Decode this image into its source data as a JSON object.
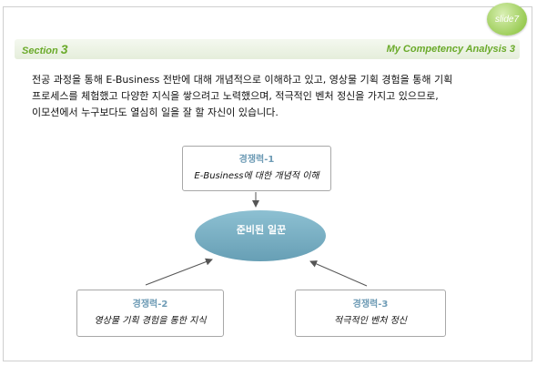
{
  "slide": {
    "badge": "slide7"
  },
  "header": {
    "section_prefix": "Section",
    "section_number": "3",
    "analysis_title": "My Competency Analysis 3"
  },
  "intro_lines": [
    "전공 과정을 통해 E-Business 전반에 대해 개념적으로 이해하고 있고, 영상물 기획 경험을 통해 기획",
    "프로세스를 체험했고 다양한 지식을 쌓으려고 노력했으며, 적극적인 벤처 정신을 가지고 있으므로,",
    "이모션에서 누구보다도 열심히 일을 잘 할 자신이 있습니다."
  ],
  "diagram": {
    "center": "준비된 일꾼",
    "competencies": [
      {
        "title": "경쟁력-1",
        "description": "E-Business에 대한 개념적 이해"
      },
      {
        "title": "경쟁력-2",
        "description": "영상물 기획 경험을 통한 지식"
      },
      {
        "title": "경쟁력-3",
        "description": "적극적인 벤처 정신"
      }
    ]
  },
  "colors": {
    "accent_green": "#6aaa2a",
    "ellipse_fill": "#75aec3",
    "title_blue": "#6f9cb6"
  }
}
